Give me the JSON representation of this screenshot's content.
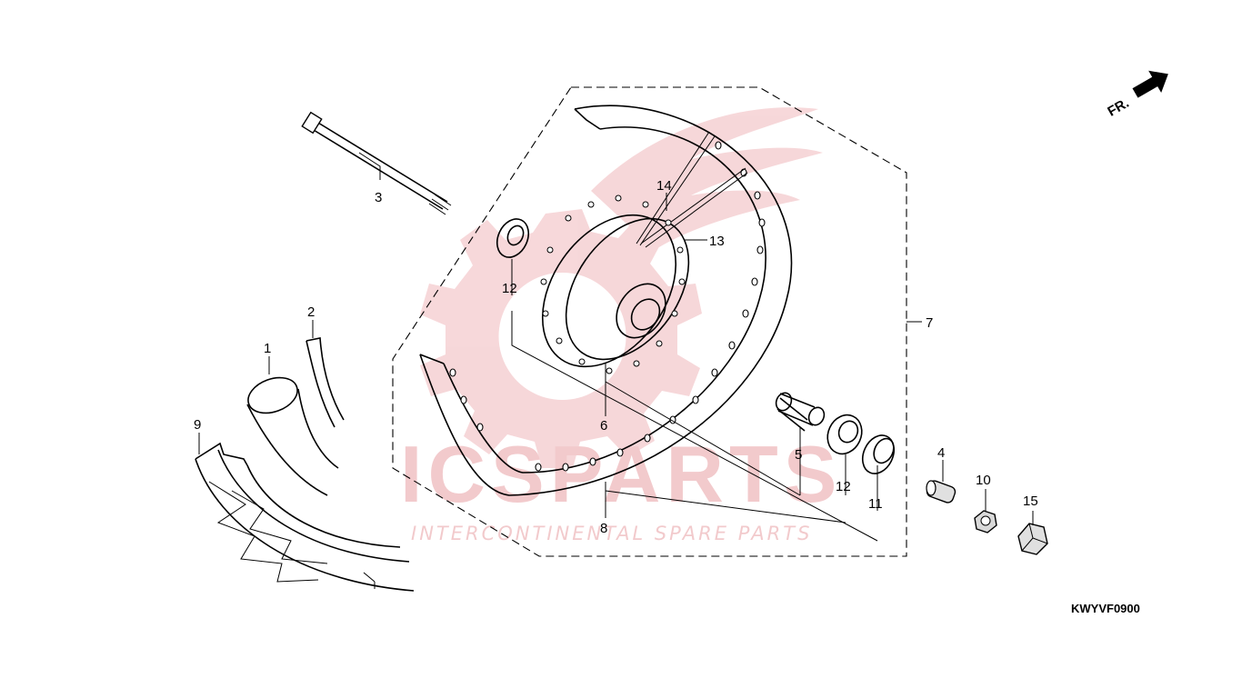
{
  "diagram_code": "KWYVF0900",
  "direction_marker": "FR.",
  "watermark": {
    "brand": "ICSPARTS",
    "tagline": "INTERCONTINENTAL SPARE PARTS",
    "color": "#e8a0a4"
  },
  "callouts": [
    {
      "id": "1",
      "label": "1"
    },
    {
      "id": "2",
      "label": "2"
    },
    {
      "id": "3",
      "label": "3"
    },
    {
      "id": "4",
      "label": "4"
    },
    {
      "id": "5",
      "label": "5"
    },
    {
      "id": "6",
      "label": "6"
    },
    {
      "id": "7",
      "label": "7"
    },
    {
      "id": "8",
      "label": "8"
    },
    {
      "id": "9",
      "label": "9"
    },
    {
      "id": "10",
      "label": "10"
    },
    {
      "id": "11",
      "label": "11"
    },
    {
      "id": "12a",
      "label": "12"
    },
    {
      "id": "12b",
      "label": "12"
    },
    {
      "id": "13",
      "label": "13"
    },
    {
      "id": "14",
      "label": "14"
    },
    {
      "id": "15",
      "label": "15"
    }
  ]
}
